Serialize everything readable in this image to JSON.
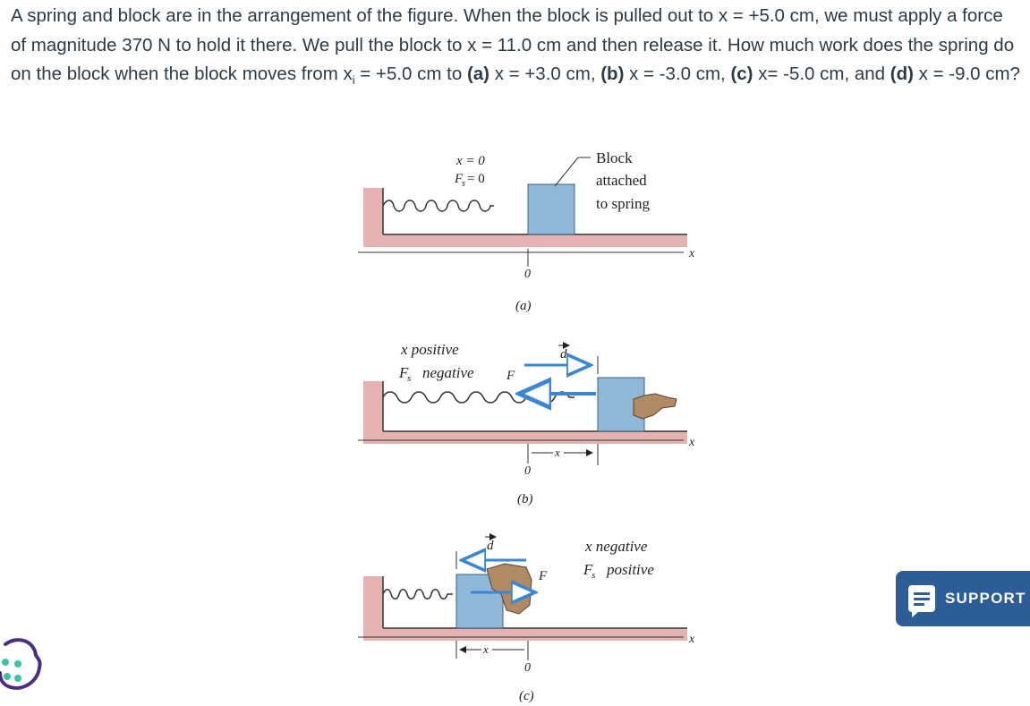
{
  "question": {
    "p1": "A spring and block are in the arrangement of the figure. When the block is pulled out to x = +5.0 cm, we must apply a force of magnitude 370 N to hold it there. We pull the block to x = 11.0 cm and then release it. How much work does the spring do on the block when the block moves from x",
    "sub_i": "i",
    "p2": " = +5.0 cm to ",
    "a_tag": "(a)",
    "a_text": " x = +3.0 cm, ",
    "b_tag": "(b)",
    "b_text": " x = -3.0 cm, ",
    "c_tag": "(c)",
    "c_text": " x= -5.0 cm, and ",
    "d_tag": "(d)",
    "d_text": " x = -9.0 cm?"
  },
  "figure": {
    "panel_a": {
      "x_eq": "x = 0",
      "f_eq": "= 0",
      "block_label": [
        "Block",
        "attached",
        "to spring"
      ],
      "axis_label": "x",
      "zero": "0",
      "caption": "(a)"
    },
    "panel_b": {
      "line1": "x positive",
      "line2": "negative",
      "d_label": "d",
      "f_label": "F",
      "axis_label": "x",
      "disp_label": "x",
      "zero": "0",
      "caption": "(b)"
    },
    "panel_c": {
      "line1": "x negative",
      "line2": "positive",
      "d_label": "d",
      "f_label": "F",
      "axis_label": "x",
      "disp_label": "x",
      "zero": "0",
      "caption": "(c)"
    }
  },
  "support_widget": {
    "label": "SUPPORT"
  },
  "colors": {
    "text": "#2d3b45",
    "support_bg": "#2d5d97",
    "cookie": "#4b2e83",
    "block": "#8fb8d8",
    "ground": "#e5b2b2"
  }
}
